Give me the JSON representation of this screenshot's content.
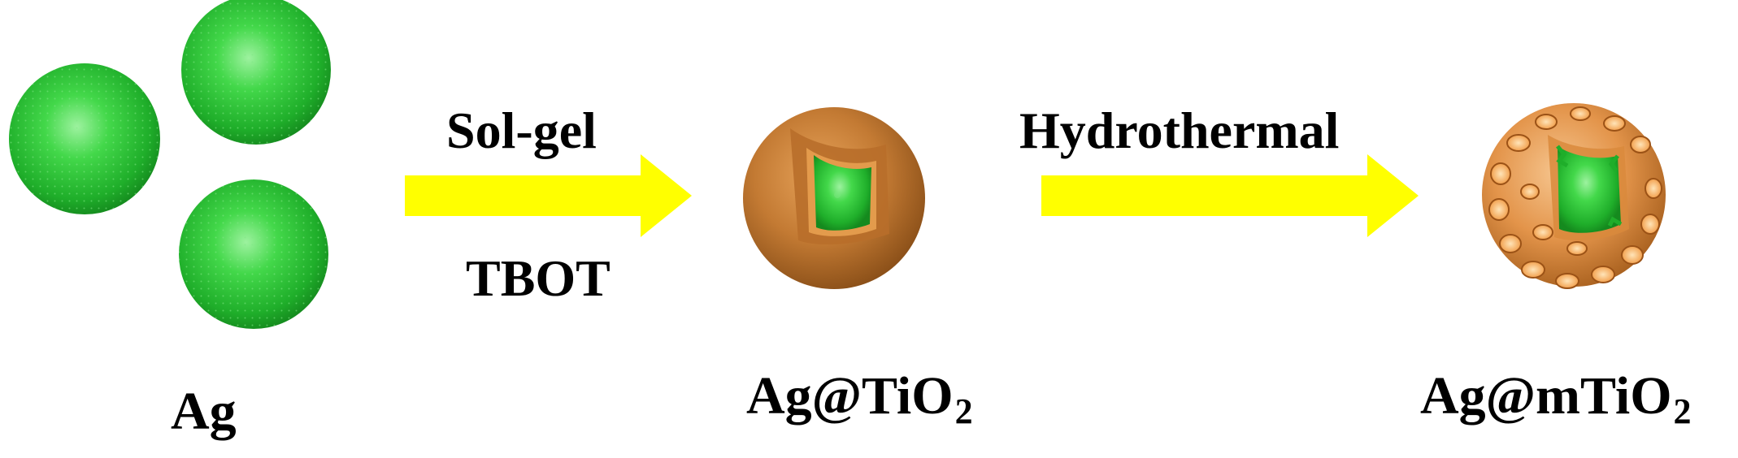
{
  "steps": [
    {
      "method": "Sol-gel",
      "reagent": "TBOT"
    },
    {
      "method": "Hydrothermal",
      "reagent": ""
    }
  ],
  "particles": [
    {
      "label": "Ag",
      "subscript": ""
    },
    {
      "label": "Ag@TiO",
      "subscript": "2"
    },
    {
      "label": "Ag@mTiO",
      "subscript": "2"
    }
  ],
  "colors": {
    "silver_core": "#2ecc3a",
    "tio2_shell": "#c8782a",
    "arrow": "#ffff00"
  }
}
